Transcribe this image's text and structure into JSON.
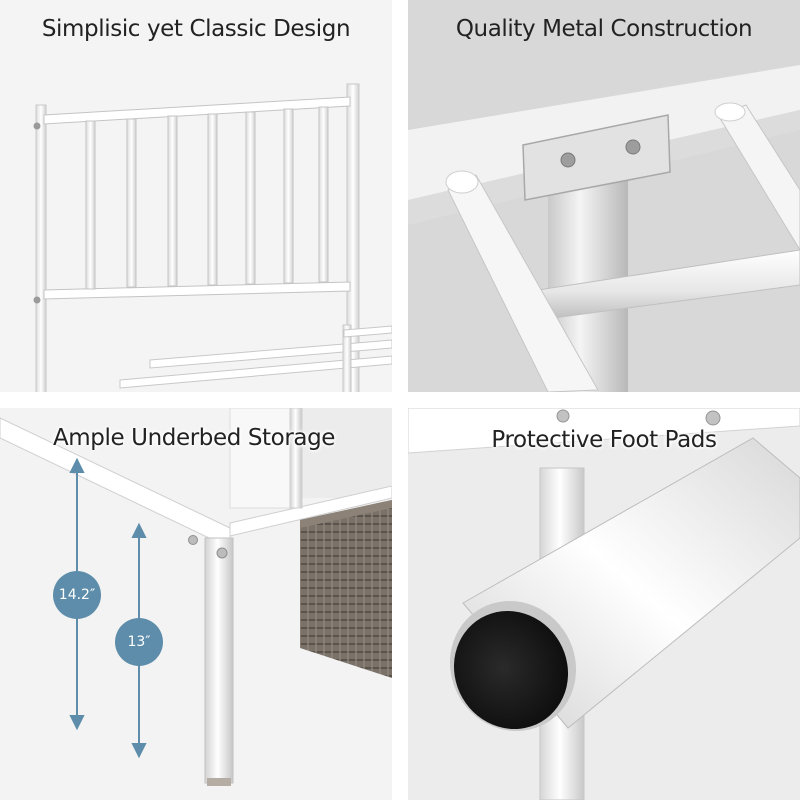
{
  "panels": [
    {
      "id": "design",
      "caption": "Simplisic yet Classic Design"
    },
    {
      "id": "construction",
      "caption": "Quality Metal Construction"
    },
    {
      "id": "storage",
      "caption": "Ample Underbed Storage",
      "measurements": [
        {
          "label": "14.2″"
        },
        {
          "label": "13″"
        }
      ]
    },
    {
      "id": "footpads",
      "caption": "Protective Foot Pads"
    }
  ],
  "colors": {
    "frame": "#ffffff",
    "measure_accent": "#5d8daa",
    "foot_pad": "#1a1a1a",
    "basket": "#6e665d"
  }
}
